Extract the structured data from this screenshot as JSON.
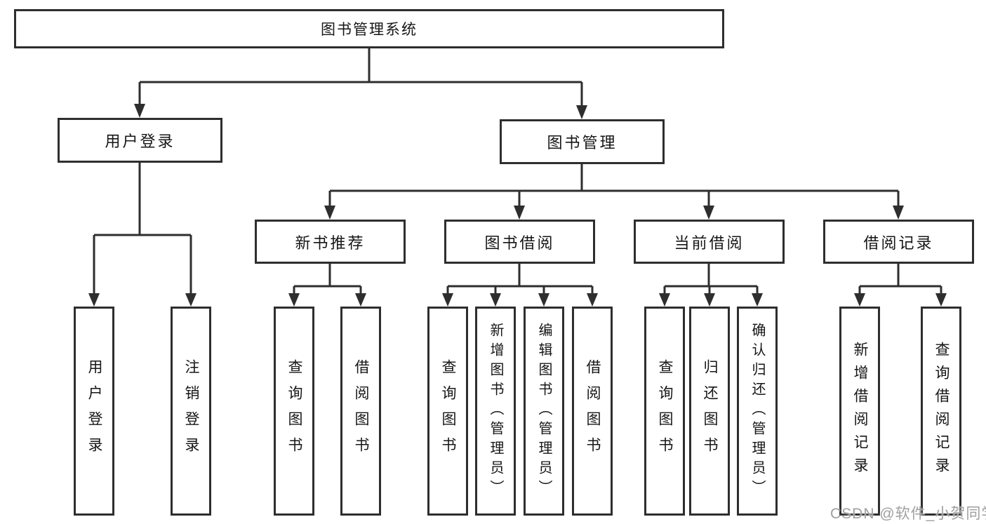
{
  "diagram": {
    "root_label": "图书管理系统",
    "level2": [
      {
        "label": "用户登录"
      },
      {
        "label": "图书管理"
      }
    ],
    "level3": [
      {
        "label": "新书推荐"
      },
      {
        "label": "图书借阅"
      },
      {
        "label": "当前借阅"
      },
      {
        "label": "借阅记录"
      }
    ],
    "leaves": {
      "user_login": [
        "用户登录",
        "注销登录"
      ],
      "new_books": [
        "查询图书",
        "借阅图书"
      ],
      "book_borrow": [
        "查询图书",
        "新增图书（管理员）",
        "编辑图书（管理员）",
        "借阅图书"
      ],
      "current_borrow": [
        "查询图书",
        "归还图书",
        "确认归还（管理员）"
      ],
      "borrow_records": [
        "新增借阅记录",
        "查询借阅记录"
      ]
    }
  },
  "watermark": {
    "text": "CSDN @软件_小贺同学"
  },
  "colors": {
    "line": "#2e2e2e",
    "box_border": "#2e2e2e",
    "text": "#161616",
    "background": "#ffffff",
    "watermark": "#9f9f9f"
  }
}
